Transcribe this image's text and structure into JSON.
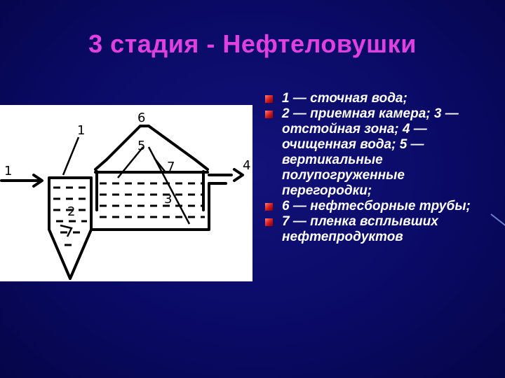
{
  "title": "3 стадия - Нефтеловушки",
  "diagram": {
    "labels": [
      "1",
      "1",
      "2",
      "3",
      "4",
      "5",
      "6",
      "7"
    ]
  },
  "legend": [
    "1 — сточная вода;",
    "2 — приемная камера; 3 — отстойная зона; 4 — очищенная вода; 5 — вертикальные полупогруженные перегородки;",
    "6 — нефтесборные трубы;",
    " 7 — пленка всплывших нефтепродуктов"
  ],
  "colors": {
    "title": "#e040e0",
    "background": "#0a0a66",
    "text": "#ffffff",
    "bullet": "#d01818"
  }
}
